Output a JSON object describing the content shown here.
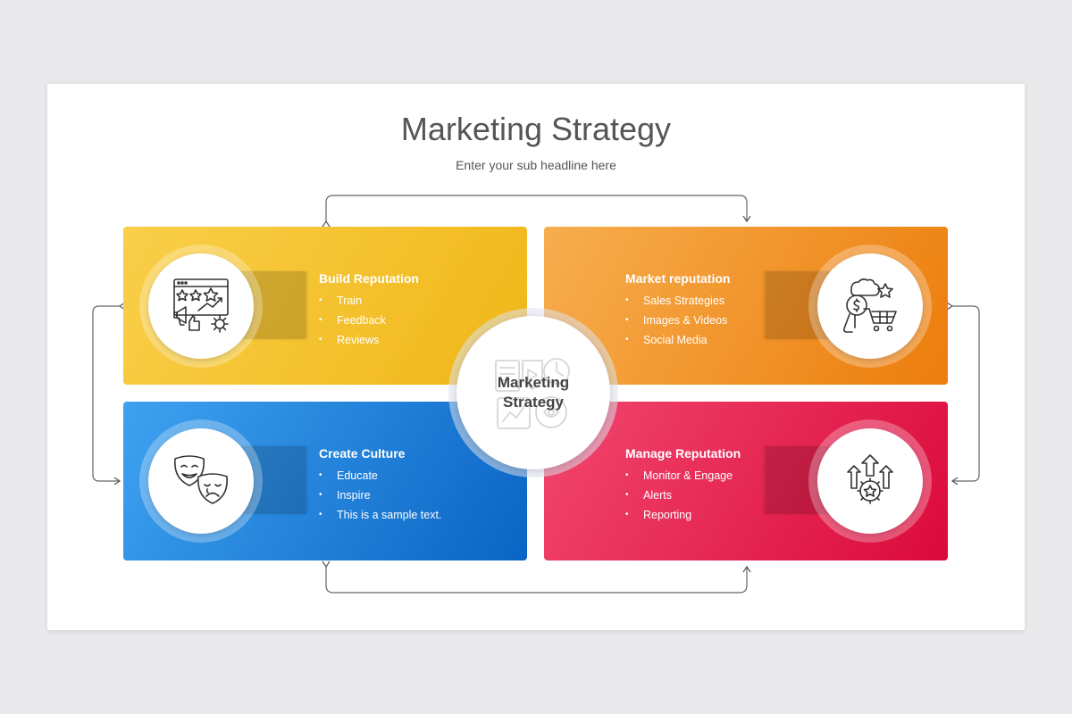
{
  "slide": {
    "title": "Marketing Strategy",
    "subtitle": "Enter your sub headline here"
  },
  "center": {
    "label_line1": "Marketing",
    "label_line2": "Strategy",
    "icon": "marketing-strategy-icon"
  },
  "cards": {
    "build": {
      "heading": "Build Reputation",
      "items": [
        "Train",
        "Feedback",
        "Reviews"
      ],
      "color": "#f3bd22",
      "icon": "rating-megaphone-icon"
    },
    "market": {
      "heading": "Market reputation",
      "items": [
        "Sales Strategies",
        "Images & Videos",
        "Social Media"
      ],
      "color": "#f08d1f",
      "icon": "shopping-cart-dollar-icon"
    },
    "culture": {
      "heading": "Create Culture",
      "items": [
        "Educate",
        "Inspire",
        "This is a sample text."
      ],
      "color": "#1578d6",
      "icon": "theater-masks-icon"
    },
    "manage": {
      "heading": "Manage Reputation",
      "items": [
        "Monitor & Engage",
        "Alerts",
        "Reporting"
      ],
      "color": "#e52150",
      "icon": "growth-arrows-star-icon"
    }
  }
}
